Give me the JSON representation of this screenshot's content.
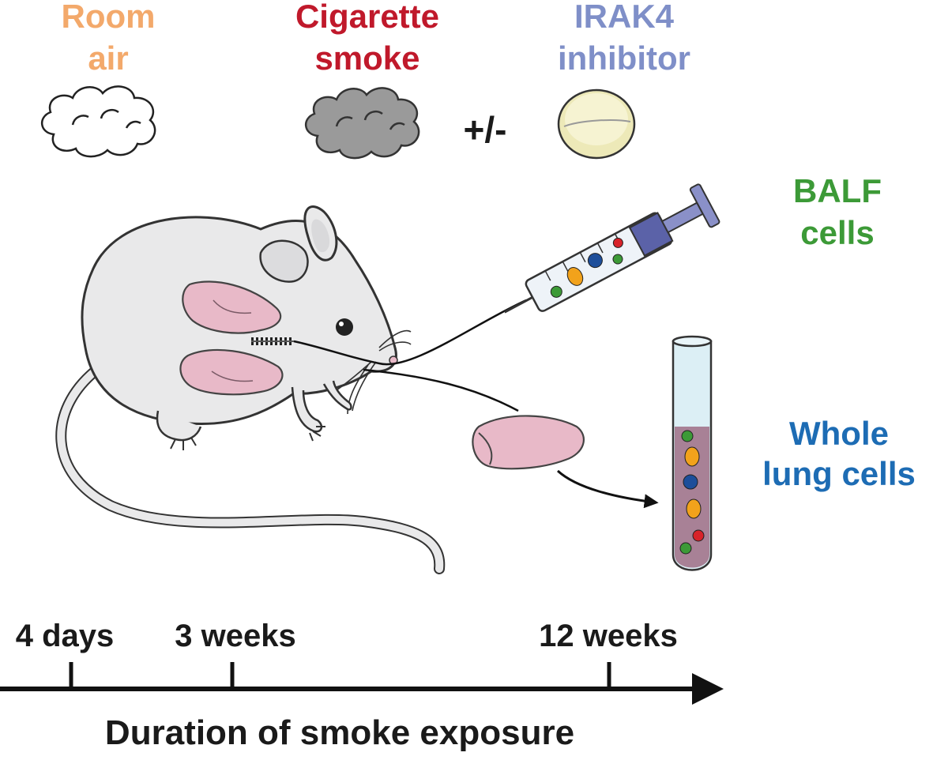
{
  "labels": {
    "room_air_line1": "Room",
    "room_air_line2": "air",
    "smoke_line1": "Cigarette",
    "smoke_line2": "smoke",
    "plusminus": "+/-",
    "inhibitor_line1": "IRAK4",
    "inhibitor_line2": "inhibitor",
    "balf_line1": "BALF",
    "balf_line2": "cells",
    "lung_line1": "Whole",
    "lung_line2": "lung cells"
  },
  "timeline": {
    "ticks": [
      {
        "label": "4 days"
      },
      {
        "label": "3 weeks"
      },
      {
        "label": "12 weeks"
      }
    ],
    "axis_label": "Duration of smoke exposure"
  },
  "colors": {
    "room_air": "#F3A96B",
    "smoke": "#C0192B",
    "inhibitor": "#7F8FC8",
    "balf": "#3C9A37",
    "lung": "#1D6CB4",
    "text": "#1a1a1a",
    "mouse_body": "#E9E9EA",
    "lung_pink": "#E8B9C8"
  },
  "icons": [
    "white-cloud",
    "grey-smoke-cloud",
    "pill",
    "mouse",
    "syringe",
    "lung-lobe",
    "test-tube",
    "arrow"
  ]
}
